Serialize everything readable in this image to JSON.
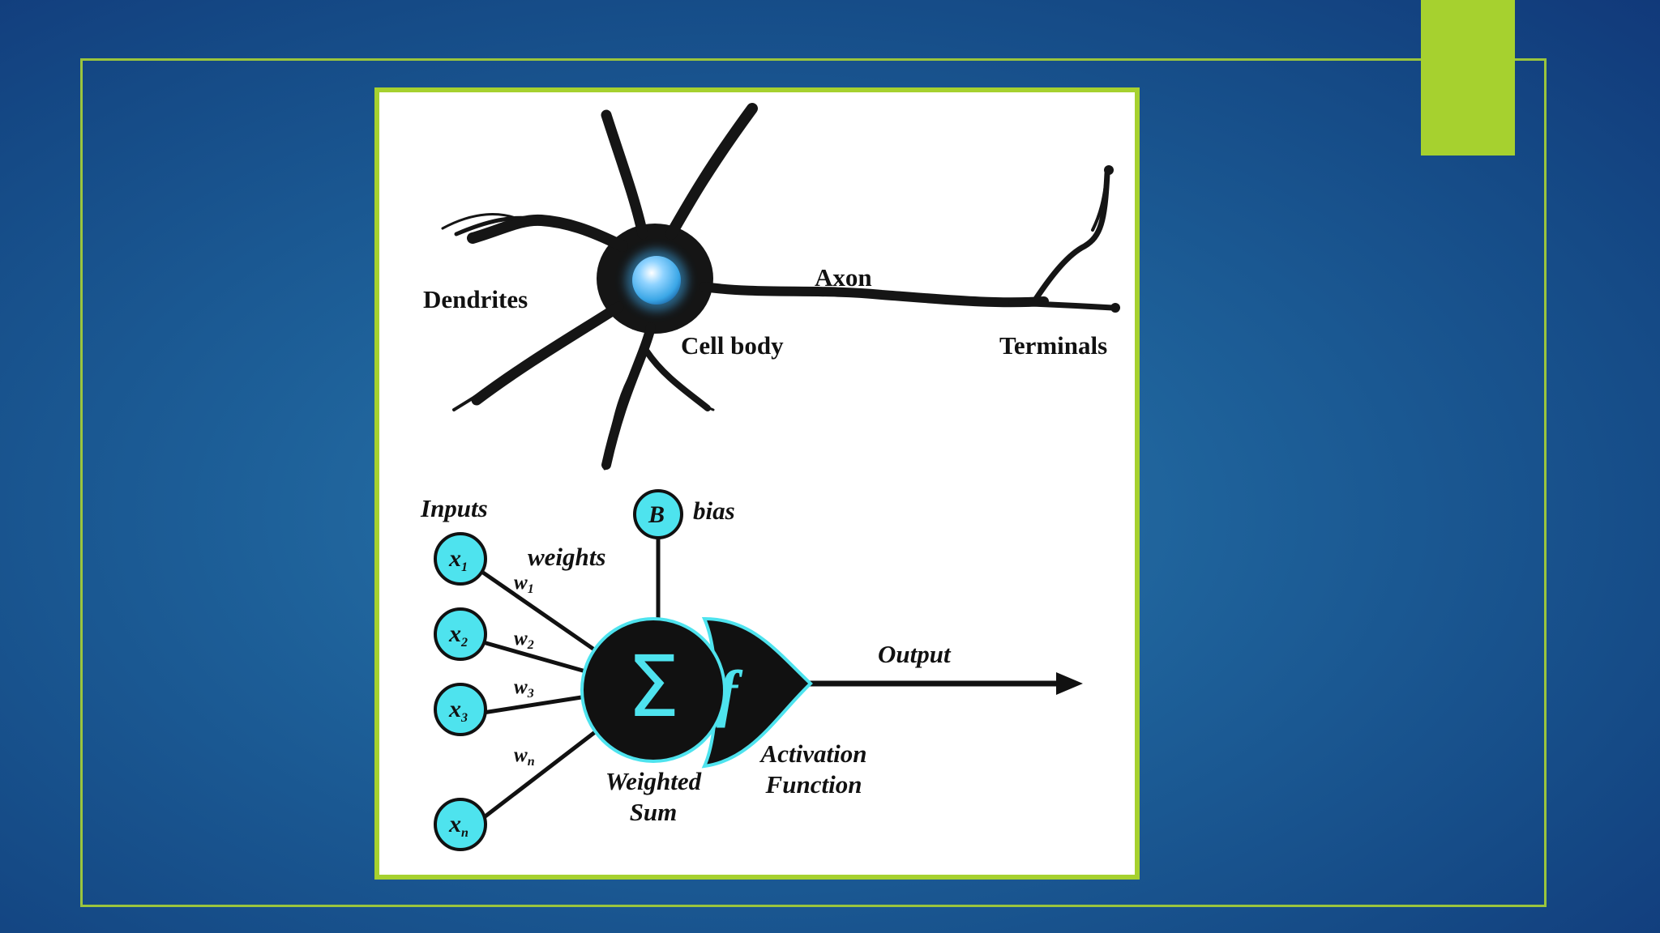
{
  "colors": {
    "accent_green": "#a6d12f",
    "node_cyan": "#4ee3ee",
    "nucleus_blue": "#3aa6e6"
  },
  "neuron": {
    "dendrites": "Dendrites",
    "axon": "Axon",
    "cell_body": "Cell body",
    "terminals": "Terminals"
  },
  "perceptron": {
    "inputs_label": "Inputs",
    "weights_label": "weights",
    "bias_node": "B",
    "bias_label": "bias",
    "output_label": "Output",
    "weighted_sum_line1": "Weighted",
    "weighted_sum_line2": "Sum",
    "activation_line1": "Activation",
    "activation_line2": "Function",
    "sum_symbol": "Σ",
    "function_symbol": "f",
    "input_nodes": [
      {
        "base": "x",
        "sub": "1"
      },
      {
        "base": "x",
        "sub": "2"
      },
      {
        "base": "x",
        "sub": "3"
      },
      {
        "base": "x",
        "sub": "n"
      }
    ],
    "weights": [
      {
        "base": "w",
        "sub": "1"
      },
      {
        "base": "w",
        "sub": "2"
      },
      {
        "base": "w",
        "sub": "3"
      },
      {
        "base": "w",
        "sub": "n"
      }
    ]
  }
}
